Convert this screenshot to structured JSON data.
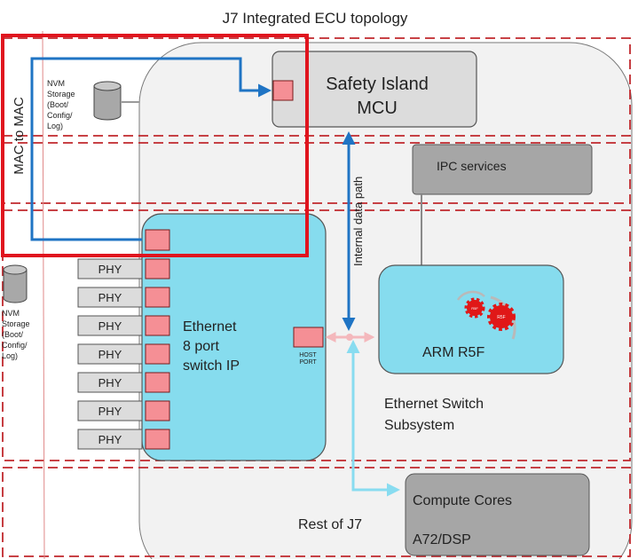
{
  "title": "J7 Integrated ECU topology",
  "side_label": "MAC to MAC",
  "nvm_top": [
    "NVM",
    "Storage",
    "(Boot/",
    "Config/",
    "Log)"
  ],
  "nvm_left": [
    "NVM",
    "Storage",
    "(Boot/",
    "Config/",
    "Log)"
  ],
  "safety_island": [
    "Safety Island",
    "MCU"
  ],
  "ipc_services": "IPC services",
  "internal_path": "Internal data path",
  "ethernet_switch": [
    "Ethernet",
    "8 port",
    "switch IP"
  ],
  "host_port": [
    "HOST",
    "PORT"
  ],
  "phy_label": "PHY",
  "phy_count": 7,
  "arm": "ARM R5F",
  "gear_big": "R5F",
  "gear_small": "R5F",
  "subsystem": [
    "Ethernet Switch",
    "Subsystem"
  ],
  "compute": [
    "Compute  Cores",
    "A72/DSP"
  ],
  "rest": "Rest of J7",
  "colors": {
    "dashed_red": "#c0282d",
    "highlight_red": "#e0141e",
    "cyan_fill": "#86dcee",
    "grey_box": "#a6a6a6",
    "light_box": "#dcdcdc",
    "blue_arrow": "#1f74c4",
    "light_arrow": "#88dcf0",
    "port_fill": "#f58f95"
  }
}
